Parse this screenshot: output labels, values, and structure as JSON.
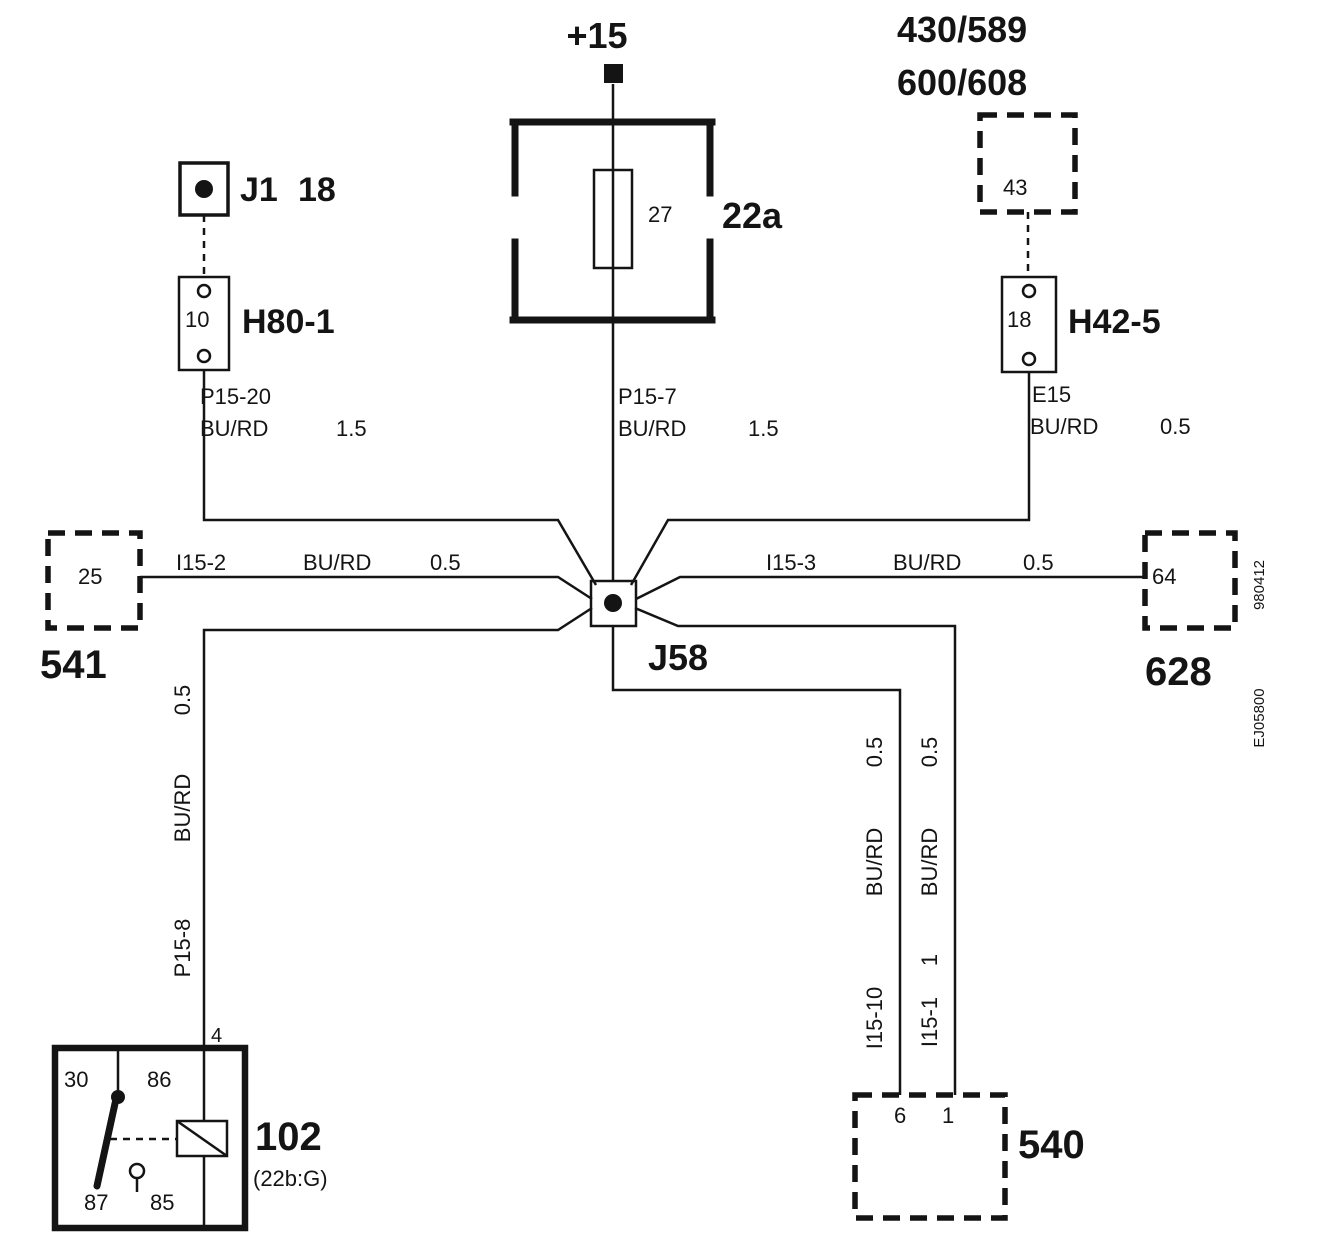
{
  "power": {
    "label": "+15"
  },
  "top_right": {
    "line1": "430/589",
    "line2": "600/608"
  },
  "j1": {
    "name": "J1",
    "pin": "18"
  },
  "h80": {
    "name": "H80-1",
    "pin": "10"
  },
  "fuse": {
    "name": "22a",
    "pin": "27"
  },
  "c43": {
    "pin": "43"
  },
  "h42": {
    "name": "H42-5",
    "pin": "18"
  },
  "c541": {
    "name": "541",
    "pin": "25"
  },
  "c628": {
    "name": "628",
    "pin": "64"
  },
  "j58": {
    "name": "J58"
  },
  "relay": {
    "name": "102",
    "sub": "(22b:G)",
    "p30": "30",
    "p86": "86",
    "p87": "87",
    "p85": "85",
    "p4": "4"
  },
  "c540": {
    "name": "540",
    "p6": "6",
    "p1": "1"
  },
  "wires": {
    "p15_20": {
      "id": "P15-20",
      "color": "BU/RD",
      "size": "1.5"
    },
    "p15_7": {
      "id": "P15-7",
      "color": "BU/RD",
      "size": "1.5"
    },
    "e15": {
      "id": "E15",
      "color": "BU/RD",
      "size": "0.5"
    },
    "i15_2": {
      "id": "I15-2",
      "color": "BU/RD",
      "size": "0.5"
    },
    "i15_3": {
      "id": "I15-3",
      "color": "BU/RD",
      "size": "0.5"
    },
    "p15_8": {
      "id": "P15-8",
      "color": "BU/RD",
      "size": "0.5"
    },
    "i15_10": {
      "id": "I15-10",
      "color": "BU/RD",
      "size": "0.5"
    },
    "i15_1": {
      "id": "I15-1",
      "color": "BU/RD",
      "size": "0.5",
      "pin": "1"
    }
  },
  "margin": {
    "code_top": "980412",
    "code_bottom": "EJ05800"
  }
}
